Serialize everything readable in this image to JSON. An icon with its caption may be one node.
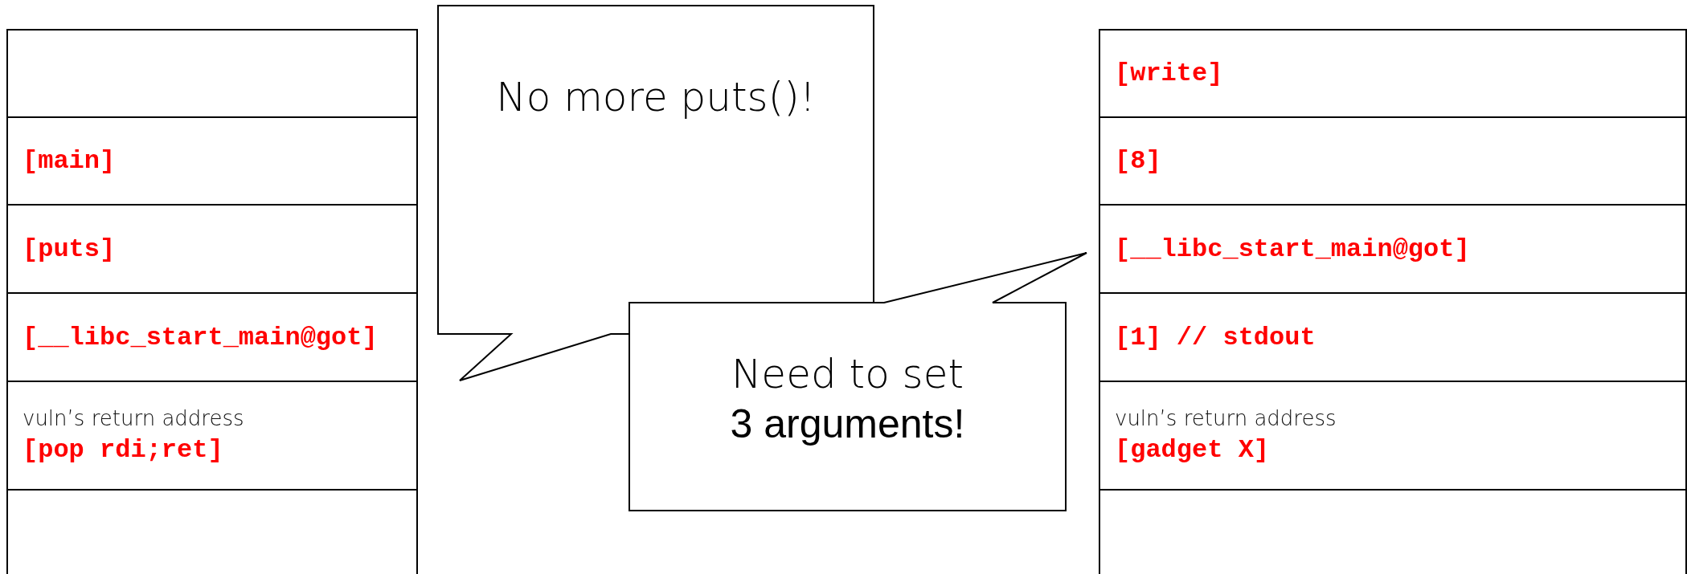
{
  "diagram": {
    "nodes": [
      {
        "text": [],
        "shape": "box"
      },
      {
        "text": [
          "[main]"
        ]
      },
      {
        "text": [
          "[puts]"
        ]
      },
      {
        "text": [
          "[__libc_start_main@got]"
        ]
      },
      {
        "text": [
          "vuln’s return address",
          "[pop rdi;ret]"
        ]
      },
      {
        "text": [],
        "shape": "box"
      },
      {
        "text": [
          "No more puts()!"
        ]
      },
      {
        "text": [
          "Need to set",
          "3 arguments!"
        ]
      },
      {
        "text": [
          "[write]"
        ]
      },
      {
        "text": [
          "[8]"
        ]
      },
      {
        "text": [
          "[__libc_start_main@got]"
        ]
      },
      {
        "text": [
          "[1] // stdout"
        ]
      },
      {
        "text": [
          "vuln’s return address",
          "[gadget X]"
        ]
      },
      {
        "text": [],
        "shape": "box"
      }
    ],
    "edges": []
  }
}
